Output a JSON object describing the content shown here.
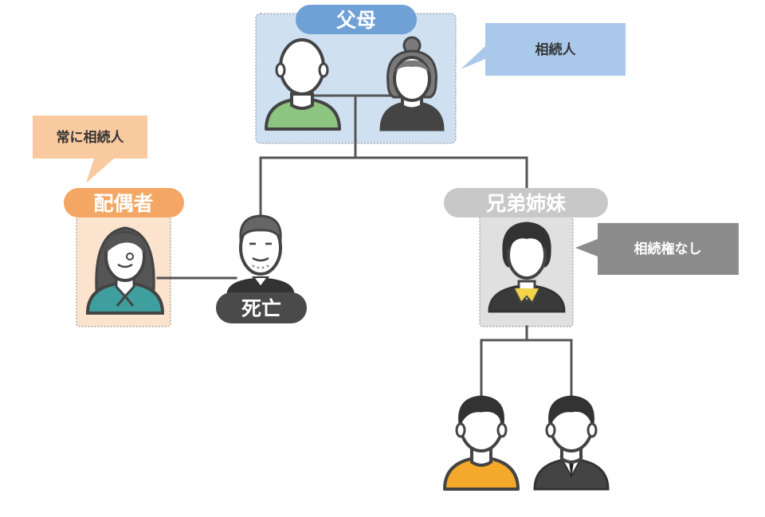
{
  "nodes": {
    "parents": {
      "label": "父母"
    },
    "spouse": {
      "label": "配偶者"
    },
    "deceased": {
      "label": "死亡"
    },
    "siblings": {
      "label": "兄弟姉妹"
    }
  },
  "callouts": {
    "parents_heir": "相続人",
    "spouse_always_heir": "常に相続人",
    "siblings_no_right": "相続権なし"
  },
  "colors": {
    "parents_group": "#cfe0f1",
    "parents_label": "#6fa0d6",
    "parents_callout": "#a9c8ea",
    "spouse_group": "#fbe3cd",
    "spouse_label": "#f4a764",
    "spouse_callout": "#f9c9a0",
    "siblings_group": "#e0e0e0",
    "siblings_label": "#c8c8c8",
    "siblings_callout": "#8c8c8c",
    "deceased_label": "#4a4a4a",
    "line": "#555555"
  },
  "icons": {
    "father": "person-father-icon",
    "mother": "person-mother-icon",
    "spouse": "person-spouse-icon",
    "deceased": "person-elderly-man-icon",
    "sibling": "person-sibling-icon",
    "nephew_1": "person-nephew-icon",
    "nephew_2": "person-suit-man-icon"
  }
}
